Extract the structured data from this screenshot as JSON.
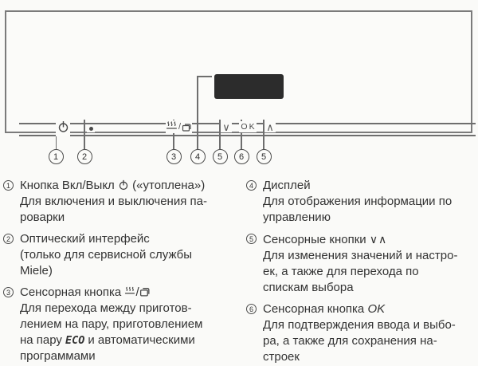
{
  "panel": {
    "ok_label": "OK",
    "down_symbol": "∨",
    "up_symbol": "∧",
    "slash": "/",
    "callouts": [
      "1",
      "2",
      "3",
      "4",
      "5",
      "6",
      "5"
    ]
  },
  "legend": {
    "i1": {
      "num": "1",
      "pre": "Кнопка Вкл/Выкл",
      "post": "(«утоплена»)",
      "desc": "Для включения и выключения па-\nроварки"
    },
    "i2": {
      "num": "2",
      "title": "Оптический интерфейс",
      "desc": "(только для сервисной службы\nMiele)"
    },
    "i3": {
      "num": "3",
      "pre": "Сенсорная кнопка",
      "slash": "/",
      "desc1": "Для перехода между приготов-\nлением на пару, приготовлением\nна пару",
      "eco": "ECO",
      "desc2": "и автоматическими\nпрограммами"
    },
    "i4": {
      "num": "4",
      "title": "Дисплей",
      "desc": "Для отображения информации по\nуправлению"
    },
    "i5": {
      "num": "5",
      "title": "Сенсорные кнопки",
      "keys": "∨∧",
      "desc": "Для изменения значений и настро-\nек, а также для перехода по\nспискам выбора"
    },
    "i6": {
      "num": "6",
      "pre": "Сенсорная кнопка",
      "ok": "OK",
      "desc": "Для подтверждения ввода и выбо-\nра, а также для сохранения на-\nстроек"
    }
  }
}
